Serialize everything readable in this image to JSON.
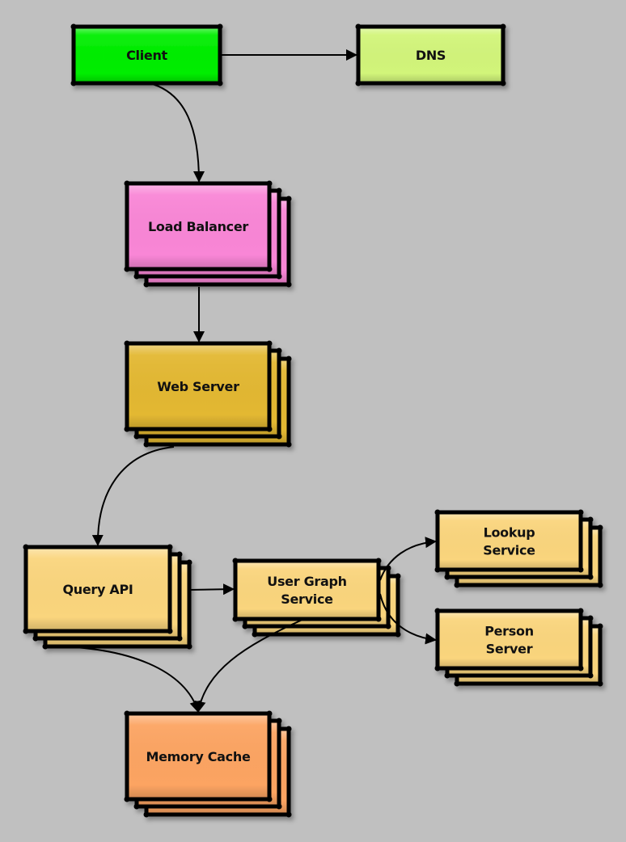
{
  "diagram": {
    "background": "#c0c0c0",
    "nodes": [
      {
        "id": "client",
        "label": [
          "Client"
        ],
        "color": "#00ee00",
        "stacked": false
      },
      {
        "id": "dns",
        "label": [
          "DNS"
        ],
        "color": "#d2f57a",
        "stacked": false
      },
      {
        "id": "load-balancer",
        "label": [
          "Load Balancer"
        ],
        "color": "#f986d6",
        "stacked": true
      },
      {
        "id": "web-server",
        "label": [
          "Web Server"
        ],
        "color": "#e3b832",
        "stacked": true
      },
      {
        "id": "query-api",
        "label": [
          "Query API"
        ],
        "color": "#fad57d",
        "stacked": true
      },
      {
        "id": "user-graph-service",
        "label": [
          "User Graph",
          "Service"
        ],
        "color": "#fad57d",
        "stacked": true
      },
      {
        "id": "lookup-service",
        "label": [
          "Lookup",
          "Service"
        ],
        "color": "#fad57d",
        "stacked": true
      },
      {
        "id": "person-server",
        "label": [
          "Person",
          "Server"
        ],
        "color": "#fad57d",
        "stacked": true
      },
      {
        "id": "memory-cache",
        "label": [
          "Memory Cache"
        ],
        "color": "#fca462",
        "stacked": true
      }
    ],
    "edges": [
      {
        "from": "client",
        "to": "dns"
      },
      {
        "from": "client",
        "to": "load-balancer"
      },
      {
        "from": "load-balancer",
        "to": "web-server"
      },
      {
        "from": "web-server",
        "to": "query-api"
      },
      {
        "from": "query-api",
        "to": "user-graph-service"
      },
      {
        "from": "user-graph-service",
        "to": "lookup-service"
      },
      {
        "from": "user-graph-service",
        "to": "person-server"
      },
      {
        "from": "query-api",
        "to": "memory-cache"
      },
      {
        "from": "user-graph-service",
        "to": "memory-cache"
      }
    ]
  }
}
